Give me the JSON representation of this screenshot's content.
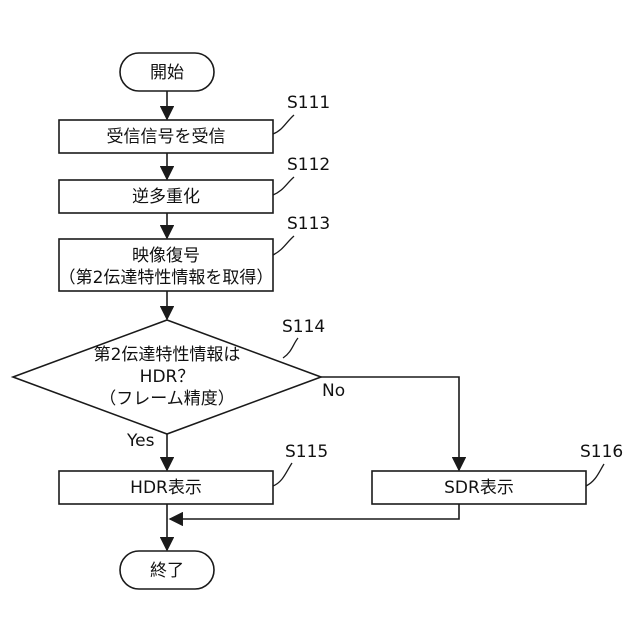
{
  "flowchart": {
    "start": "開始",
    "end": "終了",
    "s111": {
      "id": "S111",
      "text": "受信信号を受信"
    },
    "s112": {
      "id": "S112",
      "text": "逆多重化"
    },
    "s113": {
      "id": "S113",
      "line1": "映像復号",
      "line2": "（第2伝達特性情報を取得）"
    },
    "s114": {
      "id": "S114",
      "line1": "第2伝達特性情報は",
      "line2": "HDR？",
      "line3": "（フレーム精度）"
    },
    "s115": {
      "id": "S115",
      "text": "HDR表示"
    },
    "s116": {
      "id": "S116",
      "text": "SDR表示"
    },
    "yes_label": "Yes",
    "no_label": "No"
  }
}
